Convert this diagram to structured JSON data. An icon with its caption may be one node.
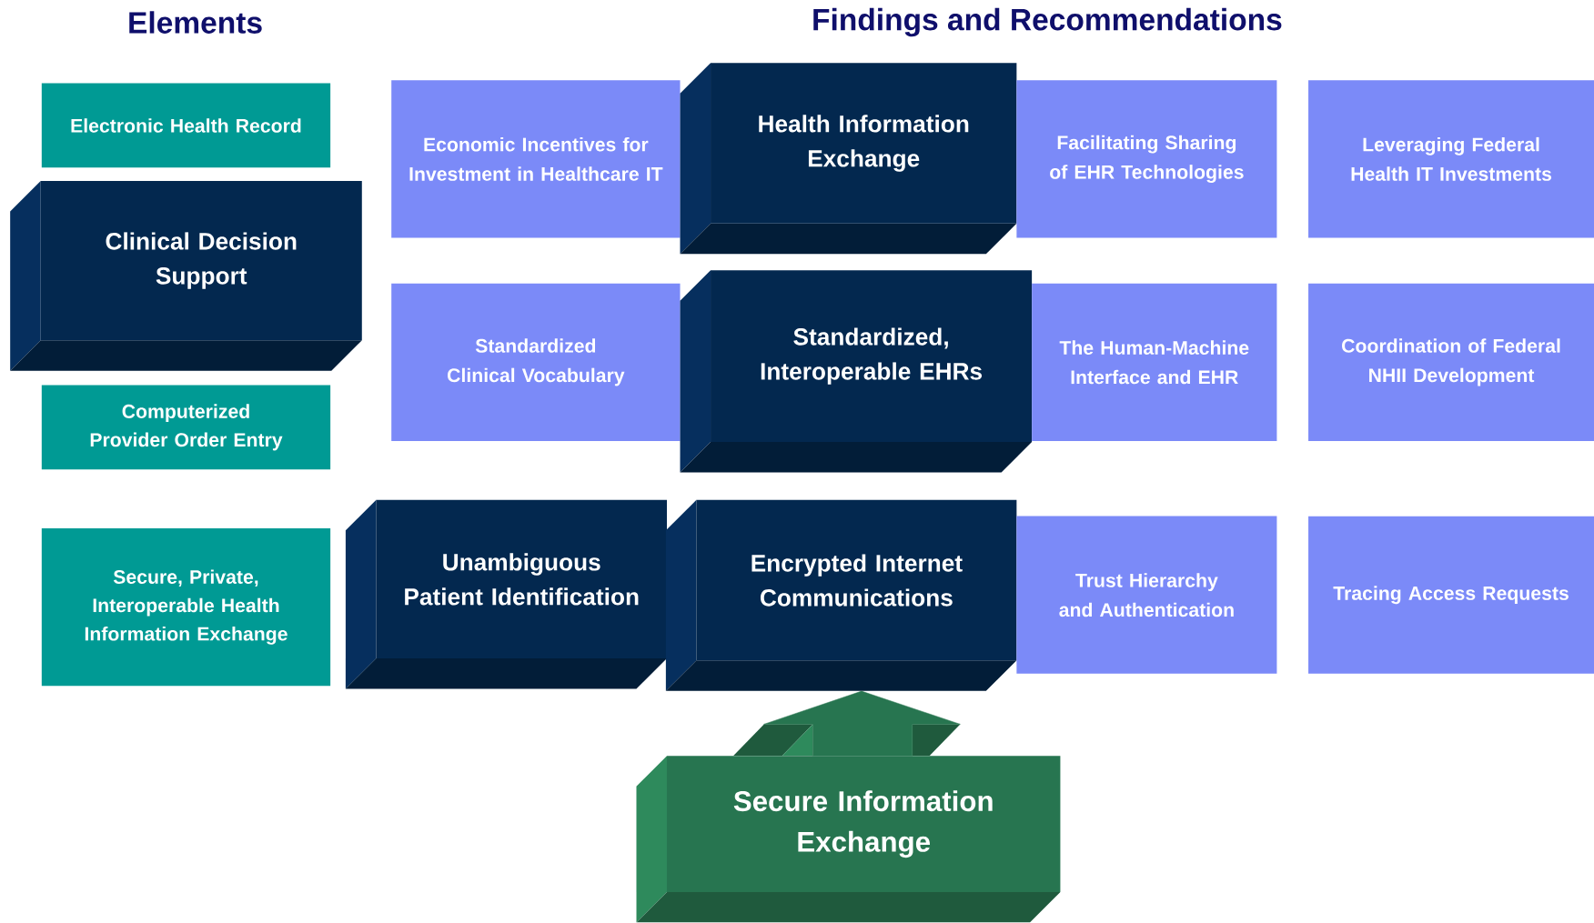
{
  "diagram": {
    "nodes": [
      {
        "text": [
          "Electronic Health Record"
        ]
      },
      {
        "text": [
          "Clinical Decision Support"
        ]
      },
      {
        "text": [
          "Computerized Provider Order Entry"
        ]
      },
      {
        "text": [
          "Secure, Private, Interoperable Health Information Exchange"
        ]
      },
      {
        "text": [
          "Economic Incentives for Investment in Healthcare IT"
        ]
      },
      {
        "text": [
          "Health Information Exchange"
        ]
      },
      {
        "text": [
          "Facilitating Sharing of EHR Technologies"
        ]
      },
      {
        "text": [
          "Leveraging Federal Health IT Investments"
        ]
      },
      {
        "text": [
          "Standardized Clinical Vocabulary"
        ]
      },
      {
        "text": [
          "Standardized, Interoperable EHRs"
        ]
      },
      {
        "text": [
          "The Human-Machine Interface and EHR"
        ]
      },
      {
        "text": [
          "Coordination of Federal NHII Development"
        ]
      },
      {
        "text": [
          "Unambiguous Patient Identification"
        ]
      },
      {
        "text": [
          "Encrypted Internet Communications"
        ]
      },
      {
        "text": [
          "Trust Hierarchy and Authentication"
        ]
      },
      {
        "text": [
          "Tracing Access Requests"
        ]
      },
      {
        "text": [
          "Secure Information Exchange"
        ]
      }
    ],
    "edges": [
      {
        "from": 16,
        "to": 13,
        "arrow": "to"
      }
    ],
    "labels": [
      "Elements",
      "Findings and Recommendations"
    ]
  }
}
